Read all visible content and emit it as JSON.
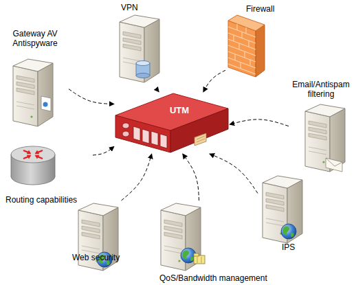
{
  "diagram": {
    "nodes": [
      {
        "text": [
          "VPN"
        ]
      },
      {
        "text": [
          "Firewall"
        ]
      },
      {
        "text": [
          "Gateway AV Antispyware"
        ]
      },
      {
        "text": [
          "Email/Antispam filtering"
        ]
      },
      {
        "text": [
          "UTM"
        ]
      },
      {
        "text": [
          "Routing capabilities"
        ]
      },
      {
        "text": [
          "IPS"
        ]
      },
      {
        "text": [
          "Web security"
        ]
      },
      {
        "text": [
          "QoS/Bandwidth management"
        ]
      }
    ],
    "edges": [
      {
        "from": 0,
        "to": 4,
        "arrow": "to"
      },
      {
        "from": 1,
        "to": 4,
        "arrow": "to"
      },
      {
        "from": 2,
        "to": 4,
        "arrow": "to"
      },
      {
        "from": 3,
        "to": 4,
        "arrow": "to"
      },
      {
        "from": 5,
        "to": 4,
        "arrow": "to"
      },
      {
        "from": 6,
        "to": 4,
        "arrow": "to"
      },
      {
        "from": 7,
        "to": 4,
        "arrow": "to"
      },
      {
        "from": 8,
        "to": 4,
        "arrow": "to"
      }
    ]
  }
}
